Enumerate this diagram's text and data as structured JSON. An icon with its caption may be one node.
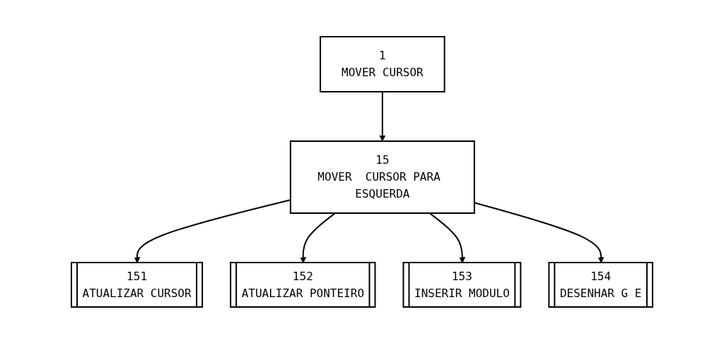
{
  "diagram": {
    "nodes": [
      {
        "text": [
          "1",
          "MOVER CURSOR"
        ]
      },
      {
        "text": [
          "15",
          "MOVER  CURSOR PARA ESQUERDA"
        ]
      },
      {
        "text": [
          "151",
          "ATUALIZAR CURSOR"
        ]
      },
      {
        "text": [
          "152",
          "ATUALIZAR PONTEIRO"
        ]
      },
      {
        "text": [
          "153",
          "INSERIR MODULO"
        ]
      },
      {
        "text": [
          "154",
          "DESENHAR G E"
        ]
      }
    ],
    "edges": [
      {
        "from": 0,
        "to": 1,
        "arrow": "to"
      },
      {
        "from": 1,
        "to": 2,
        "arrow": "to"
      },
      {
        "from": 1,
        "to": 3,
        "arrow": "to"
      },
      {
        "from": 1,
        "to": 4,
        "arrow": "to"
      },
      {
        "from": 1,
        "to": 5,
        "arrow": "to"
      }
    ]
  }
}
